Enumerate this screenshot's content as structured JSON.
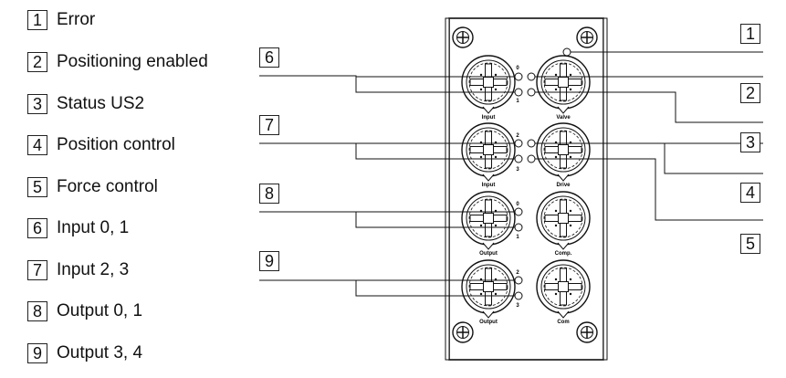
{
  "legend": [
    {
      "num": "1",
      "label": "Error"
    },
    {
      "num": "2",
      "label": "Positioning enabled"
    },
    {
      "num": "3",
      "label": "Status US2"
    },
    {
      "num": "4",
      "label": "Position control"
    },
    {
      "num": "5",
      "label": "Force control"
    },
    {
      "num": "6",
      "label": "Input 0, 1"
    },
    {
      "num": "7",
      "label": "Input 2, 3"
    },
    {
      "num": "8",
      "label": "Output 0, 1"
    },
    {
      "num": "9",
      "label": "Output 3, 4"
    }
  ],
  "callouts_left": [
    "6",
    "7",
    "8",
    "9"
  ],
  "callouts_right": [
    "1",
    "2",
    "3",
    "4",
    "5"
  ],
  "connectors": [
    {
      "label": "Input",
      "pins": [
        "0",
        "1"
      ]
    },
    {
      "label": "Valve"
    },
    {
      "label": "Input",
      "pins": [
        "2",
        "3"
      ]
    },
    {
      "label": "Drive"
    },
    {
      "label": "Output",
      "pins": [
        "0",
        "1"
      ]
    },
    {
      "label": "Comp."
    },
    {
      "label": "Output",
      "pins": [
        "2",
        "3"
      ]
    },
    {
      "label": "Com"
    }
  ]
}
